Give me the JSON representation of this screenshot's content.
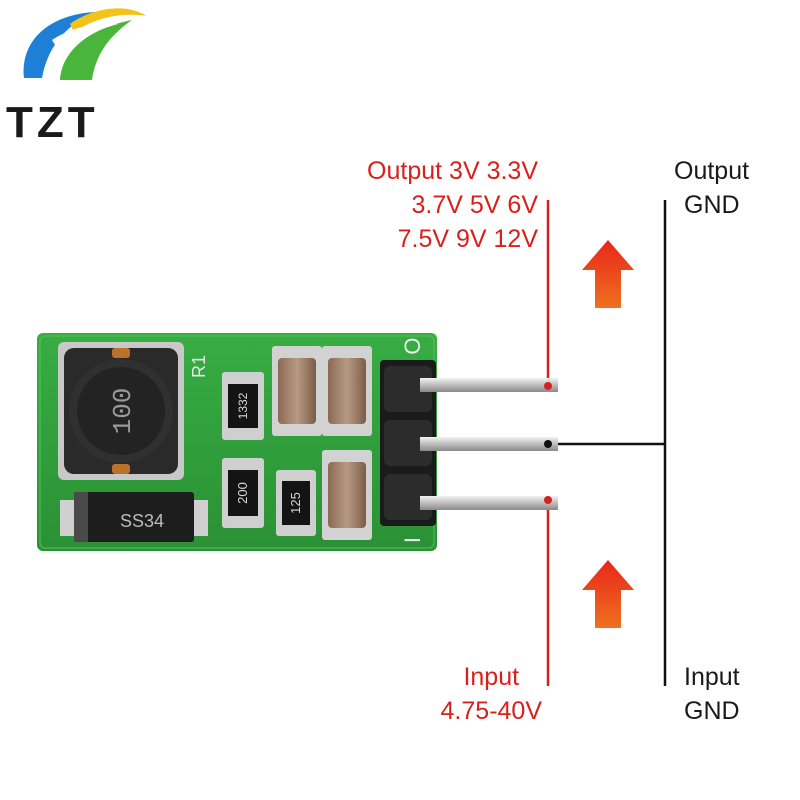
{
  "brand": {
    "name": "TZT",
    "colors": {
      "blue": "#1e7fd6",
      "green": "#49b63b",
      "yellow": "#f3c31c",
      "text": "#1a1a1a"
    }
  },
  "labels": {
    "output_voltage": {
      "line1": "Output 3V 3.3V",
      "line2": "3.7V 5V 6V",
      "line3": "7.5V 9V 12V"
    },
    "output_gnd": {
      "line1": "Output",
      "line2": "GND"
    },
    "input_voltage": {
      "line1": "Input",
      "line2": "4.75-40V"
    },
    "input_gnd": {
      "line1": "Input",
      "line2": "GND"
    }
  },
  "board": {
    "silkscreen": {
      "top_right": "O",
      "bottom_right": "I",
      "resistor_ref": "R1"
    },
    "components": {
      "inductor_marking": "100",
      "diode_marking": "SS34",
      "resistor_1_marking": "1332",
      "resistor_2_marking": "200",
      "resistor_3_marking": "125"
    },
    "pcb_color": "#2f9e3a"
  },
  "colors": {
    "label_red": "#d8211c",
    "arrow_top": "#e8261a",
    "arrow_bottom": "#f0701f",
    "wire": "#111111"
  }
}
